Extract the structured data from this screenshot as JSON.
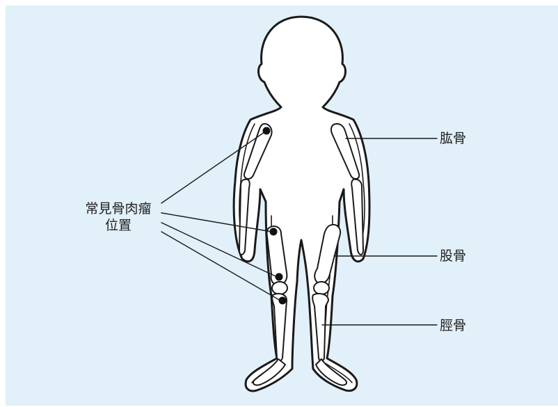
{
  "labels": {
    "tumor_sites": [
      "常見骨肉瘤",
      "位置"
    ],
    "humerus": "肱骨",
    "femur": "股骨",
    "tibia": "脛骨"
  },
  "colors": {
    "background": "#e1f0f9",
    "body_fill": "#ffffff",
    "outline": "#1a1a1a",
    "tumor_marker": "#111111"
  }
}
